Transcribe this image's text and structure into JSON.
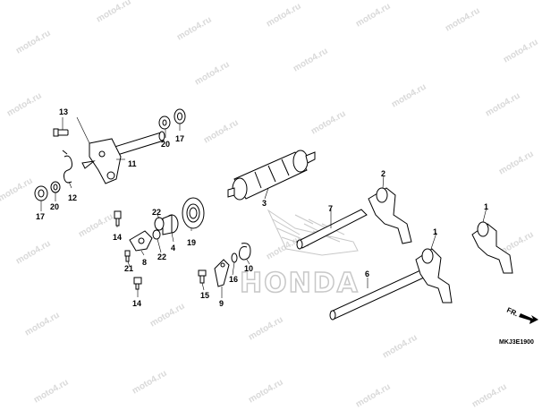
{
  "watermark": {
    "text": "moto4.ru"
  },
  "brand": {
    "text": "HONDA"
  },
  "diagram_code": "MKJ3E1900",
  "direction_label": "FR.",
  "callouts": {
    "c1": "1",
    "c1b": "1",
    "c2": "2",
    "c3": "3",
    "c4": "4",
    "c6": "6",
    "c7": "7",
    "c8": "8",
    "c9": "9",
    "c10": "10",
    "c11": "11",
    "c12": "12",
    "c13": "13",
    "c14a": "14",
    "c14b": "14",
    "c15": "15",
    "c16": "16",
    "c17a": "17",
    "c17b": "17",
    "c19": "19",
    "c20a": "20",
    "c20b": "20",
    "c21": "21",
    "c22a": "22",
    "c22b": "22"
  },
  "colors": {
    "line": "#000000",
    "watermark": "#d9d9d9",
    "honda_logo": "#c8c8c8"
  }
}
